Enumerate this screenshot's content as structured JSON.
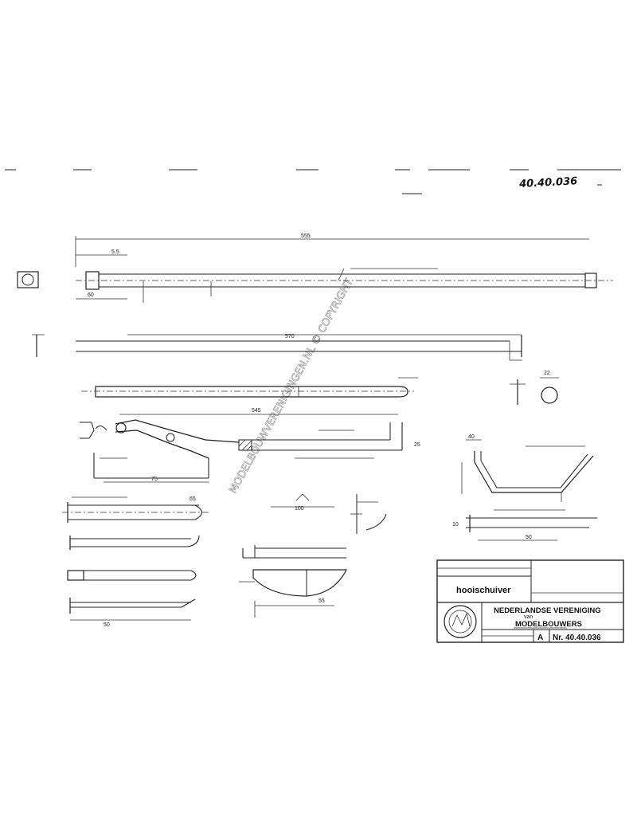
{
  "drawing": {
    "sheet_code": "40.40.036",
    "watermark": "MODELBOUWVERENIGINGEN.NL © COPYRIGHT",
    "title_block": {
      "part_name": "hooischuiver",
      "org_line1": "NEDERLANDSE VERENIGING",
      "org_small": "van",
      "org_line2": "MODELBOUWERS",
      "format": "A",
      "number": "Nr. 40.40.036"
    },
    "dims": {
      "rod_total": "555",
      "rod_short": "5.5",
      "rod_ferrule": "60",
      "bar_length": "570",
      "cap_diam": "22",
      "lever_length": "545",
      "lever_drop": "75",
      "lever_end": "25",
      "tine_length": "50",
      "tine_tip": "65",
      "blade_width": "55",
      "frame_width": "50",
      "frame_offset": "40",
      "small_dim": "10",
      "scoop_r": "100"
    }
  }
}
